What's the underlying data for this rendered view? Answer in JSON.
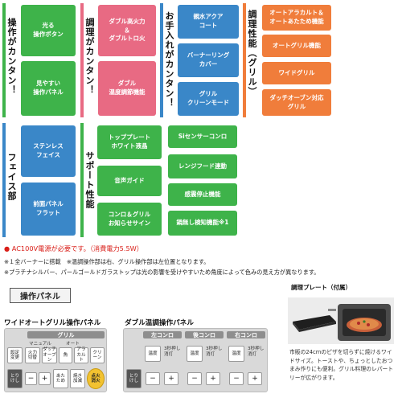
{
  "labels": {
    "operation": "操作がカンタン！",
    "cooking": "調理がカンタン！",
    "care": "お手入れがカンタン！",
    "cooking_perf": "調理性能（グリル）",
    "face": "フェイス部",
    "support": "サポート性能"
  },
  "operation_tiles": [
    "光る\n操作ボタン",
    "見やすい\n操作パネル"
  ],
  "cooking_tiles": [
    "ダブル高火力\n＆\nダブルトロ火",
    "ダブル\n温度調節機能"
  ],
  "care_tiles": [
    "親水アクア\nコート",
    "バーナーリング\nカバー",
    "グリル\nクリーンモード"
  ],
  "grill_tiles": [
    "オートアラカルト＆\nオートあたため機能",
    "オートグリル機能",
    "ワイドグリル",
    "ダッチオーブン対応\nグリル"
  ],
  "face_tiles": [
    "ステンレス\nフェイス",
    "前面パネル\nフラット"
  ],
  "support_tiles": [
    "トッププレート\nホワイト液晶",
    "Siセンサーコンロ",
    "音声ガイド",
    "レンジフード連動",
    "感震停止機能",
    "コンロ＆グリル\nお知らせサイン",
    "鍋無し検知機能※1"
  ],
  "notes": {
    "power": "● AC100V電源が必要です。（消費電力5.5W）",
    "note1": "※１全バーナーに搭載　※温調操作部は右、グリル操作部は左位置となります。",
    "note2": "※プラチナシルバー、パールゴールドガラストップは光の影響を受けやすいため角度によって色みの見え方が異なります。"
  },
  "section": {
    "title": "操作パネル",
    "left_caption": "ワイドオートグリル操作パネル",
    "right_caption": "ダブル温調操作パネル",
    "plate_caption": "調理プレート（付属）"
  },
  "left_panel": {
    "bar": "グリル",
    "sub_manual": "マニュアル",
    "sub_auto": "オート",
    "row1": [
      "設定\n変更",
      "火力\n切替",
      "ダッチ\nオーブン",
      "魚",
      "アラ\nカルト",
      "クリーン"
    ],
    "row2": [
      "とり\nけし",
      "−",
      "+",
      "あた\nため",
      "焼き\n加減",
      "点火\n消火"
    ]
  },
  "right_panel": {
    "bars": [
      "左コンロ",
      "後コンロ",
      "右コンロ"
    ],
    "row1": [
      "温度",
      "3秒押し\n消灯",
      "温度",
      "3秒押し\n消灯",
      "温度",
      "3秒押し\n消灯"
    ],
    "row2": [
      "とり\nけし",
      "−",
      "+",
      "−",
      "+",
      "−",
      "+"
    ]
  },
  "plate_description": "市販の24cmのピザを切らずに焼けるワイドサイズ。トーストや、ちょっとしたおつまみ作りにも便利。グリル料理のレパートリーが広がります。",
  "colors": {
    "green": "#3eb34a",
    "pink": "#e86a83",
    "blue": "#3a87c8",
    "orange": "#f07d3b",
    "red_note": "#d91e18"
  }
}
